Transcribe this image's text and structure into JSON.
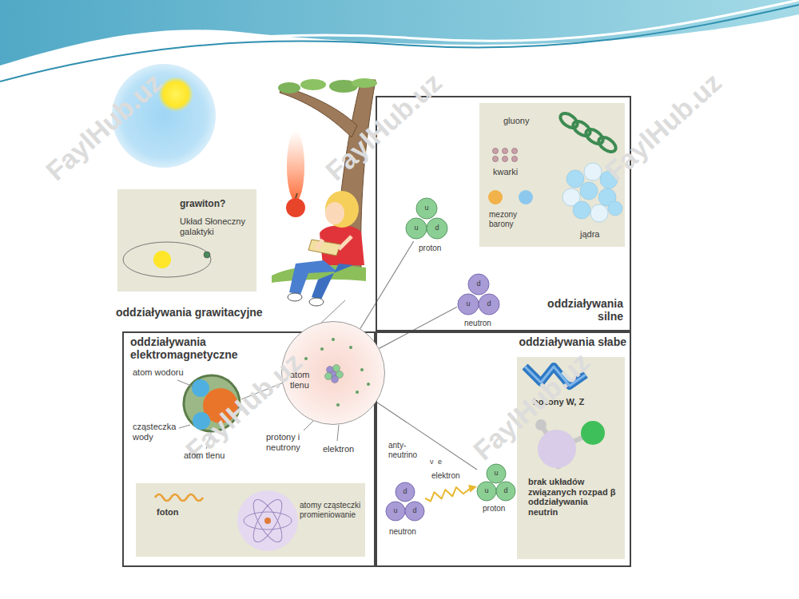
{
  "diagram": {
    "nodes": [
      {
        "text": [
          "grawiton?",
          "Układ Słoneczny galaktyki"
        ]
      },
      {
        "text": [
          "oddziaływania silne"
        ]
      },
      {
        "text": [
          "gluony",
          "kwarki",
          "mezony barony",
          "jądra"
        ],
        "in": 1
      },
      {
        "text": [
          "u",
          "u",
          "d",
          "proton"
        ],
        "in": 1
      },
      {
        "text": [
          "d",
          "u",
          "d",
          "neutron"
        ],
        "in": 1
      },
      {
        "text": [
          "atom tlenu"
        ]
      },
      {
        "text": [
          "oddziaływania elektromagnetyczne"
        ]
      },
      {
        "text": [
          "foton",
          "atomy cząsteczki promieniowanie"
        ],
        "in": 6
      },
      {
        "text": [
          "oddziaływania słabe"
        ]
      },
      {
        "text": [
          "bozony W, Z",
          "brak układów związanych rozpad β oddziaływania neutrin"
        ],
        "in": 8
      },
      {
        "text": [
          "d",
          "u",
          "d",
          "neutron"
        ],
        "in": 8
      },
      {
        "text": [
          "u",
          "u",
          "d",
          "proton"
        ],
        "in": 8
      }
    ],
    "edges": [
      {
        "from": 5,
        "to": 3,
        "arrow": "none"
      },
      {
        "from": 5,
        "to": 4,
        "arrow": "none"
      },
      {
        "from": 5,
        "to": 11,
        "arrow": "none"
      },
      {
        "from": 10,
        "to": 11,
        "arrow": "to"
      }
    ],
    "labels": [
      "oddziaływania grawitacyjne",
      "protony i neutrony",
      "elektron",
      "atom wodoru",
      "cząsteczka wody",
      "atom tlenu",
      "anty- neutrino",
      "ν",
      "e",
      "elektron",
      "FaylHub.uz",
      "FaylHub.uz",
      "FaylHub.uz",
      "FaylHub.uz",
      "FaylHub.uz"
    ]
  }
}
